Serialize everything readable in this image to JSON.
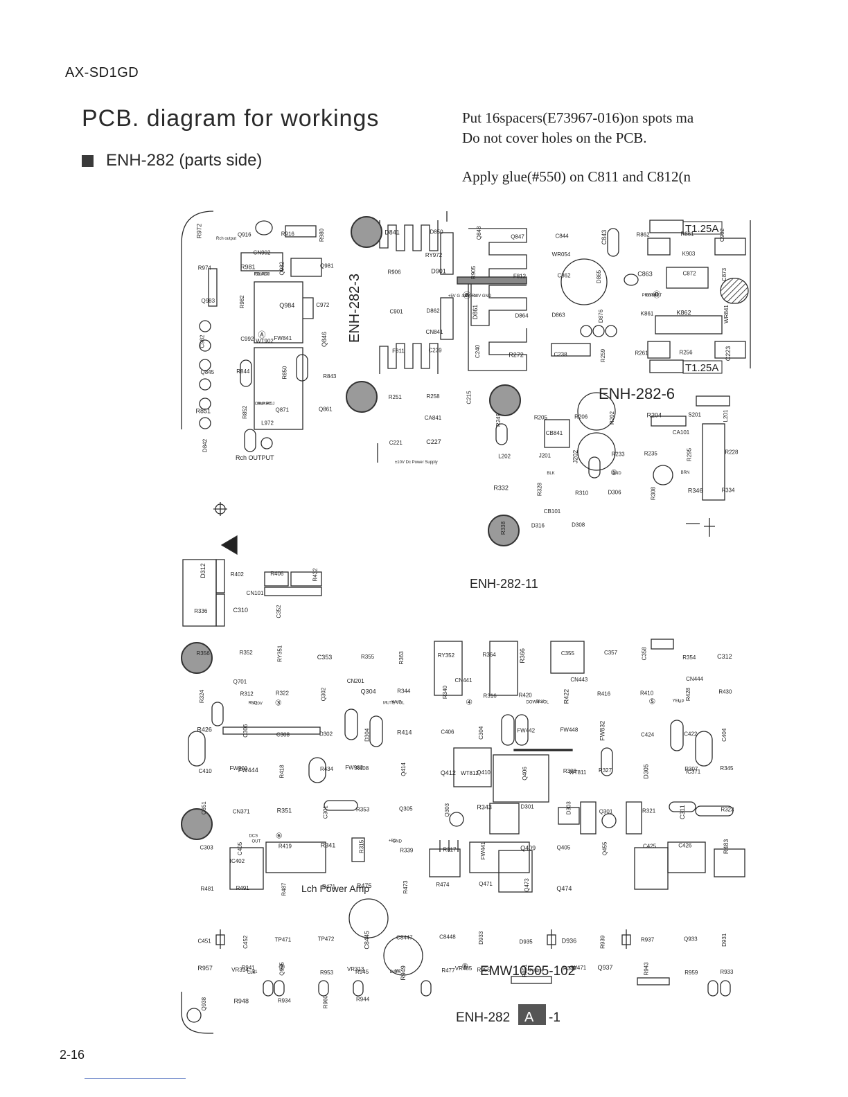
{
  "header": {
    "model": "AX-SD1GD"
  },
  "title": "PCB. diagram for workings",
  "subtitle": "ENH-282 (parts side)",
  "notes": [
    "Put 16spacers(E73967-016)on spots ma",
    "Do not cover holes on the PCB.",
    "Apply glue(#550) on C811 and C812(n"
  ],
  "pcb": {
    "board_labels": {
      "b3": "ENH-282-3",
      "b6": "ENH-282-6",
      "b11": "ENH-282-11",
      "b1_prefix": "ENH-282",
      "b1_badge": "A",
      "b1_suffix": "-1",
      "emw": "EMW10505-102",
      "lch": "Lch  Power  Amp",
      "rch_output": "Rch  OUTPUT",
      "rch_out_small": "Rch output",
      "supply": "±10V Dc Power Supply"
    },
    "fuse_labels": [
      "T1.25A",
      "T1.25A"
    ],
    "connector_labels": [
      "CN902",
      "WT902",
      "L972",
      "RY972",
      "WR054",
      "K903",
      "CN841",
      "CA841",
      "CB841",
      "CA101",
      "CB101",
      "CN101",
      "Q701",
      "CN201",
      "CN441",
      "CN443",
      "CN444",
      "FW901",
      "FW902",
      "WT812",
      "WT811",
      "IC371",
      "IC402",
      "VR314",
      "VR313",
      "VR485",
      "W471"
    ],
    "side_labels": [
      "POWER",
      "H.P RY",
      "SPK RY",
      "PROTECT",
      "GND",
      "+20V",
      "MUTE VOL",
      "DOWN VOL",
      "UP",
      "DCS",
      "GND",
      "CLK",
      "DATA",
      "STB"
    ],
    "part_labels": [
      "R972",
      "Q916",
      "R916",
      "R980",
      "R974",
      "R981",
      "Q982",
      "Q981",
      "Q983",
      "R982",
      "Q984",
      "C972",
      "C982",
      "C992",
      "FW841",
      "Q846",
      "Q845",
      "R844",
      "R850",
      "R843",
      "R851",
      "R852",
      "Q871",
      "Q861",
      "D842",
      "D841",
      "D850",
      "Q848",
      "Q847",
      "C844",
      "C843",
      "R862",
      "R861",
      "C902",
      "R906",
      "D901",
      "R905",
      "F812",
      "C862",
      "D865",
      "C863",
      "C872",
      "C873",
      "C901",
      "D862",
      "D861",
      "D864",
      "D863",
      "D876",
      "K861",
      "K862",
      "WR841",
      "F811",
      "C239",
      "C240",
      "R272",
      "C238",
      "R259",
      "R261",
      "R256",
      "C223",
      "R251",
      "R258",
      "C215",
      "C221",
      "C227",
      "R249",
      "R205",
      "R206",
      "R202",
      "R204",
      "S201",
      "L201",
      "L202",
      "J201",
      "J202",
      "R233",
      "R235",
      "R295",
      "R228",
      "R332",
      "R328",
      "R310",
      "D306",
      "R308",
      "R346",
      "R334",
      "R338",
      "D316",
      "D308",
      "D312",
      "R402",
      "R406",
      "R432",
      "R336",
      "C310",
      "C352",
      "R356",
      "R352",
      "RY351",
      "C353",
      "R355",
      "R363",
      "RY352",
      "R364",
      "R366",
      "C355",
      "C357",
      "C358",
      "R354",
      "C312",
      "R324",
      "R312",
      "R322",
      "Q302",
      "Q304",
      "R344",
      "R340",
      "R316",
      "R420",
      "R422",
      "R416",
      "R410",
      "R428",
      "R430",
      "R426",
      "C306",
      "C308",
      "D302",
      "D304",
      "R414",
      "C406",
      "C304",
      "FW442",
      "FW448",
      "FW832",
      "C424",
      "C422",
      "C404",
      "C410",
      "FW444",
      "R418",
      "R434",
      "R408",
      "Q414",
      "Q412",
      "Q410",
      "Q406",
      "R309",
      "R327",
      "D305",
      "R307",
      "R345",
      "C351",
      "CN371",
      "R351",
      "C301",
      "R353",
      "Q305",
      "Q303",
      "R343",
      "D301",
      "D303",
      "Q301",
      "R321",
      "C311",
      "R323",
      "C303",
      "C405",
      "R419",
      "R341",
      "R315",
      "R339",
      "R317",
      "FW441",
      "Q409",
      "Q405",
      "Q455",
      "C425",
      "C426",
      "R483",
      "R481",
      "R491",
      "R487",
      "R471",
      "R475",
      "R473",
      "R474",
      "Q471",
      "Q473",
      "Q474",
      "C451",
      "C452",
      "TP471",
      "TP472",
      "C8445",
      "C8447",
      "C8448",
      "D933",
      "D935",
      "D936",
      "R939",
      "R937",
      "Q933",
      "D931",
      "R957",
      "R941",
      "Q935",
      "R953",
      "R945",
      "R949",
      "R477",
      "R955",
      "R951",
      "R347",
      "Q937",
      "R943",
      "R959",
      "R933",
      "Q938",
      "R948",
      "R934",
      "R960",
      "R944"
    ],
    "small_text": [
      "IDL ADJ",
      "Offset ADJ",
      "+5V  G  -10V +10V  GND",
      "CN842",
      "BLK",
      "BRN",
      "RED",
      "WHT",
      "BLU",
      "YEL",
      "OUT",
      "+B1",
      "-B1",
      "MC",
      "PHO"
    ],
    "markers": [
      "Ⓐ",
      "Ⓑ",
      "Ⓓ",
      "①",
      "③",
      "④",
      "⑤",
      "⑥",
      "⑦",
      "⑧"
    ]
  },
  "footer": {
    "page": "2-16"
  }
}
